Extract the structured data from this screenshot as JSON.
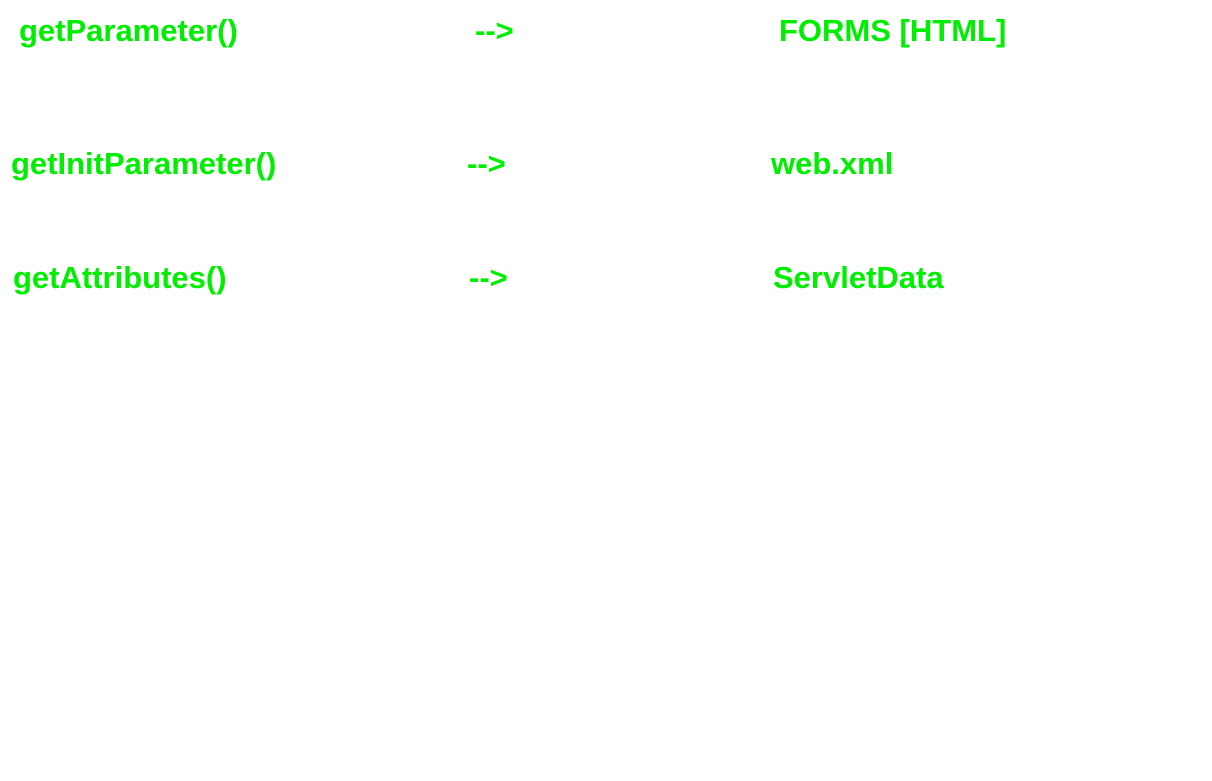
{
  "text_color": "#00ee00",
  "background_color": "#ffffff",
  "rows": [
    {
      "method": "getParameter()",
      "arrow": "-->",
      "source": "FORMS [HTML]"
    },
    {
      "method": "getInitParameter()",
      "arrow": "-->",
      "source": "web.xml"
    },
    {
      "method": "getAttributes()",
      "arrow": "-->",
      "source": "ServletData"
    }
  ]
}
